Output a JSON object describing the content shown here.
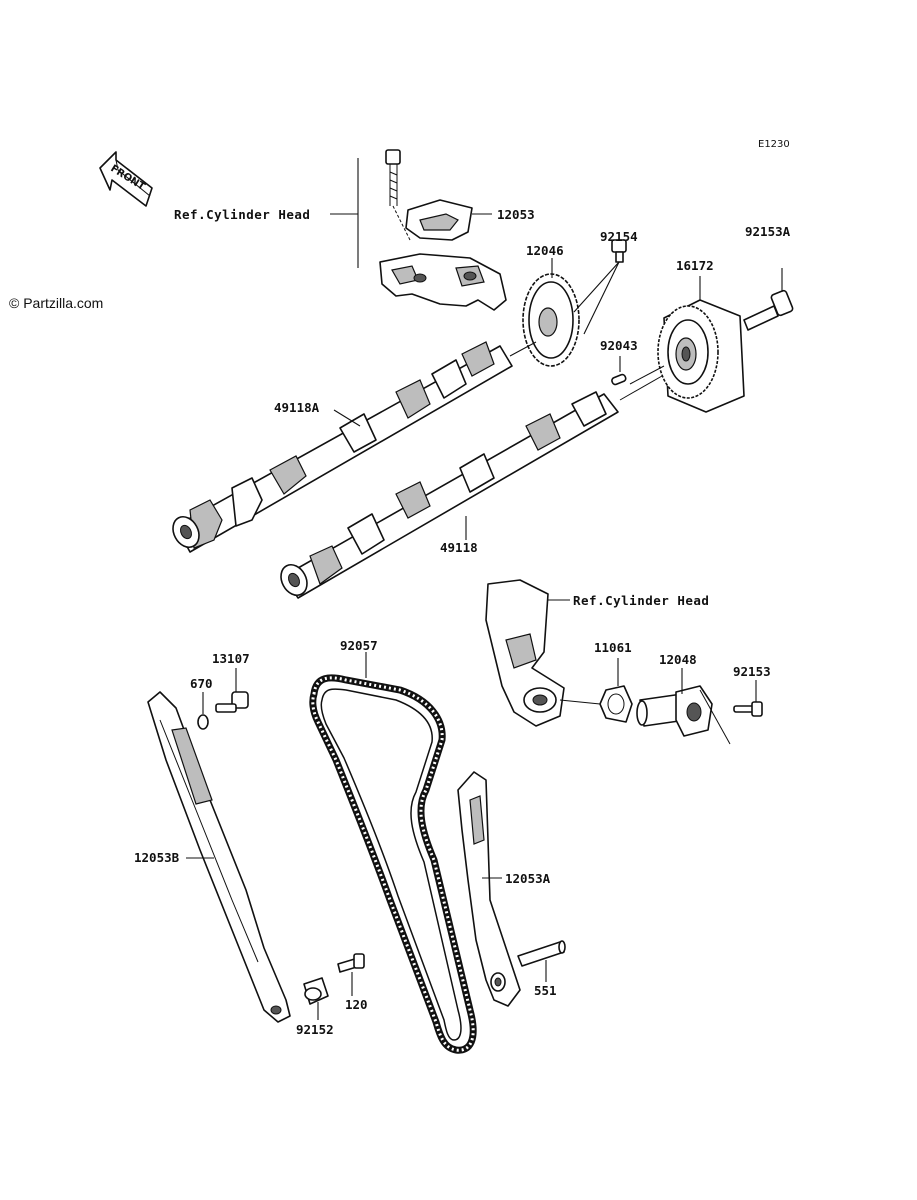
{
  "diagram_code": "E1230",
  "watermark": "© Partzilla.com",
  "front_label": "FRONT",
  "refs": {
    "top": "Ref.Cylinder Head",
    "right": "Ref.Cylinder Head"
  },
  "parts": [
    {
      "id": "p12053",
      "number": "12053"
    },
    {
      "id": "p12046",
      "number": "12046"
    },
    {
      "id": "p92154",
      "number": "92154"
    },
    {
      "id": "p16172",
      "number": "16172"
    },
    {
      "id": "p92153A",
      "number": "92153A"
    },
    {
      "id": "p92043",
      "number": "92043"
    },
    {
      "id": "p49118A",
      "number": "49118A"
    },
    {
      "id": "p49118",
      "number": "49118"
    },
    {
      "id": "p11061",
      "number": "11061"
    },
    {
      "id": "p12048",
      "number": "12048"
    },
    {
      "id": "p92153",
      "number": "92153"
    },
    {
      "id": "p92057",
      "number": "92057"
    },
    {
      "id": "p13107",
      "number": "13107"
    },
    {
      "id": "p670",
      "number": "670"
    },
    {
      "id": "p12053B",
      "number": "12053B"
    },
    {
      "id": "p12053A",
      "number": "12053A"
    },
    {
      "id": "p120",
      "number": "120"
    },
    {
      "id": "p92152",
      "number": "92152"
    },
    {
      "id": "p551",
      "number": "551"
    }
  ]
}
